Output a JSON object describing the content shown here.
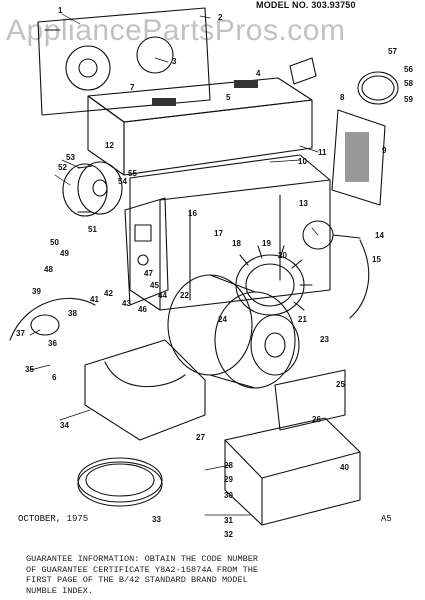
{
  "header": {
    "model_number": "MODEL NO. 303.93750"
  },
  "watermark": "AppliancePartsPros.com",
  "footer": {
    "date": "OCTOBER, 1975",
    "page_code": "A5",
    "guarantee_lines": [
      "GUARANTEE INFORMATION:  OBTAIN THE CODE NUMBER",
      "OF GUARANTEE CERTIFICATE Y8A2-15874A FROM THE",
      "FIRST PAGE OF THE B/42 STANDARD BRAND MODEL",
      "NUMBLE INDEX."
    ]
  },
  "callouts": [
    "1",
    "2",
    "3",
    "4",
    "5",
    "6",
    "7",
    "8",
    "9",
    "10",
    "11",
    "12",
    "13",
    "14",
    "15",
    "16",
    "17",
    "18",
    "19",
    "20",
    "21",
    "22",
    "23",
    "24",
    "25",
    "26",
    "27",
    "28",
    "29",
    "30",
    "31",
    "32",
    "33",
    "34",
    "35",
    "36",
    "37",
    "38",
    "39",
    "40",
    "41",
    "42",
    "43",
    "44",
    "45",
    "46",
    "47",
    "48",
    "49",
    "50",
    "51",
    "52",
    "53",
    "54",
    "55",
    "56",
    "57",
    "58",
    "59"
  ]
}
